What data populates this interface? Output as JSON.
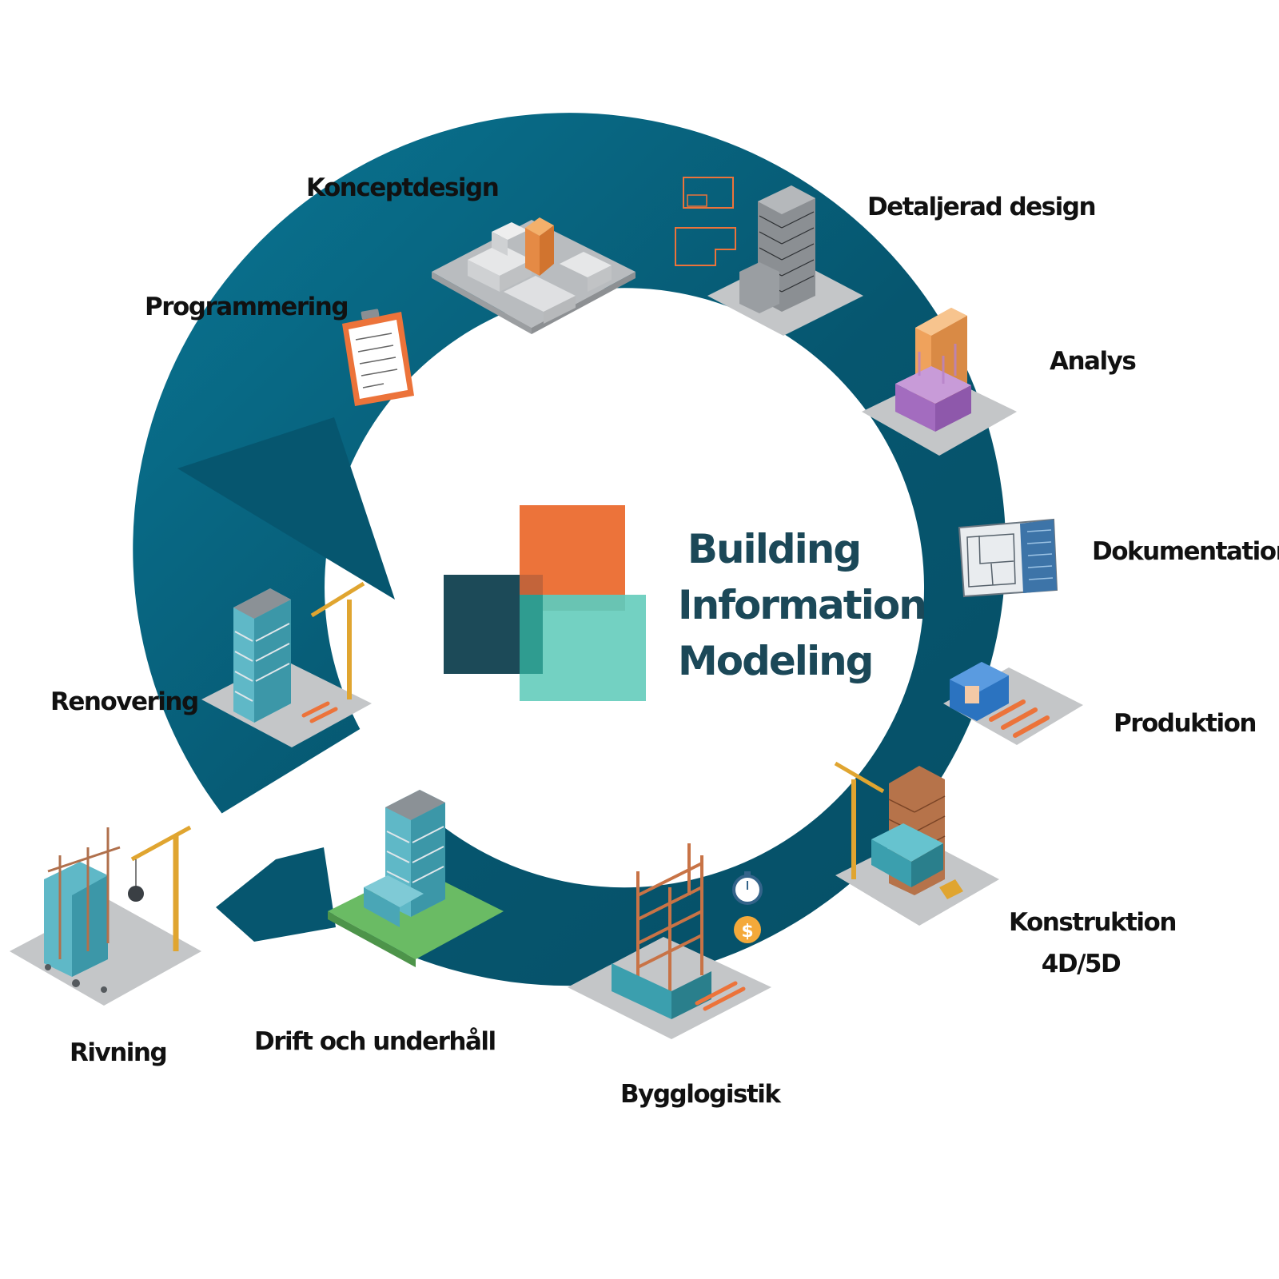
{
  "colors": {
    "ring": "#06566f",
    "ring_light": "#0a7694",
    "orange": "#ec733a",
    "dark_teal": "#1c4a58",
    "aqua": "#6ccfbf",
    "title": "#1b4858",
    "label": "#111111"
  },
  "center_title": {
    "line1": "Building",
    "line2": "Information",
    "line3": "Modeling"
  },
  "stages": [
    {
      "id": "konceptdesign",
      "label": "Konceptdesign",
      "icon": "city-block-icon"
    },
    {
      "id": "detaljerad-design",
      "label": "Detaljerad design",
      "icon": "floorplan-tower-icon"
    },
    {
      "id": "analys",
      "label": "Analys",
      "icon": "analysis-building-icon"
    },
    {
      "id": "dokumentation",
      "label": "Dokumentation",
      "icon": "blueprint-icon"
    },
    {
      "id": "produktion",
      "label": "Produktion",
      "icon": "factory-icon"
    },
    {
      "id": "konstruktion",
      "label_line1": "Konstruktion",
      "label_line2": "4D/5D",
      "icon": "construction-crane-icon"
    },
    {
      "id": "bygglogistik",
      "label": "Bygglogistik",
      "icon": "steel-frame-icon"
    },
    {
      "id": "drift",
      "label": "Drift och underhåll",
      "icon": "office-building-icon"
    },
    {
      "id": "rivning",
      "label": "Rivning",
      "icon": "demolition-icon"
    },
    {
      "id": "renovering",
      "label": "Renovering",
      "icon": "renovation-crane-icon"
    },
    {
      "id": "programmering",
      "label": "Programmering",
      "icon": "clipboard-icon"
    }
  ]
}
